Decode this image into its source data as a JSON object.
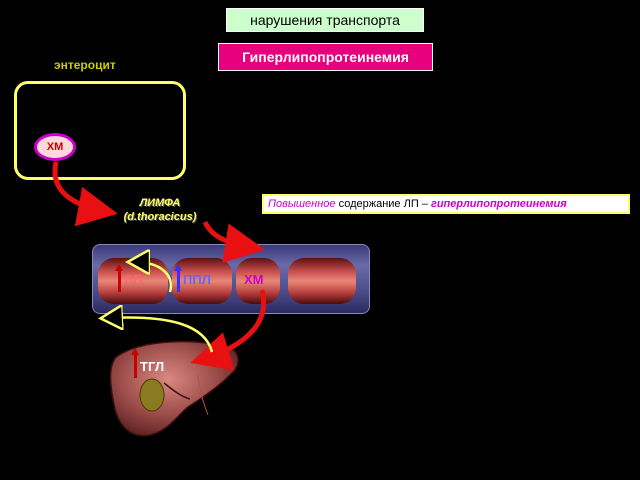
{
  "title": "нарушения транспорта",
  "subtitle": "Гиперлипопротеинемия",
  "enterocyte_label": "энтероцит",
  "hm_label": "ХМ",
  "lymph_label_1": "ЛИМФА",
  "lymph_label_2": "(d.thoracicus)",
  "note": {
    "part_a": "Повышенное",
    "part_b": " содержание ЛП – ",
    "part_c": "гиперлипопротеинемия"
  },
  "vessel_labels": {
    "lp": "ЛП",
    "ppl": "ППЛ",
    "hm": "ХМ"
  },
  "liver_label": "ТГЛ",
  "colors": {
    "title_bg": "#ccffcc",
    "subtitle_bg": "#e6007e",
    "enterocyte_border": "#ffff66",
    "red_arrow": "#e81010",
    "yellow_arrow": "#ffff66",
    "hm_text": "#cc0000",
    "ppl_text": "#6666ff",
    "vessel_hm": "#cc00cc",
    "lp_text": "#ff6666"
  }
}
